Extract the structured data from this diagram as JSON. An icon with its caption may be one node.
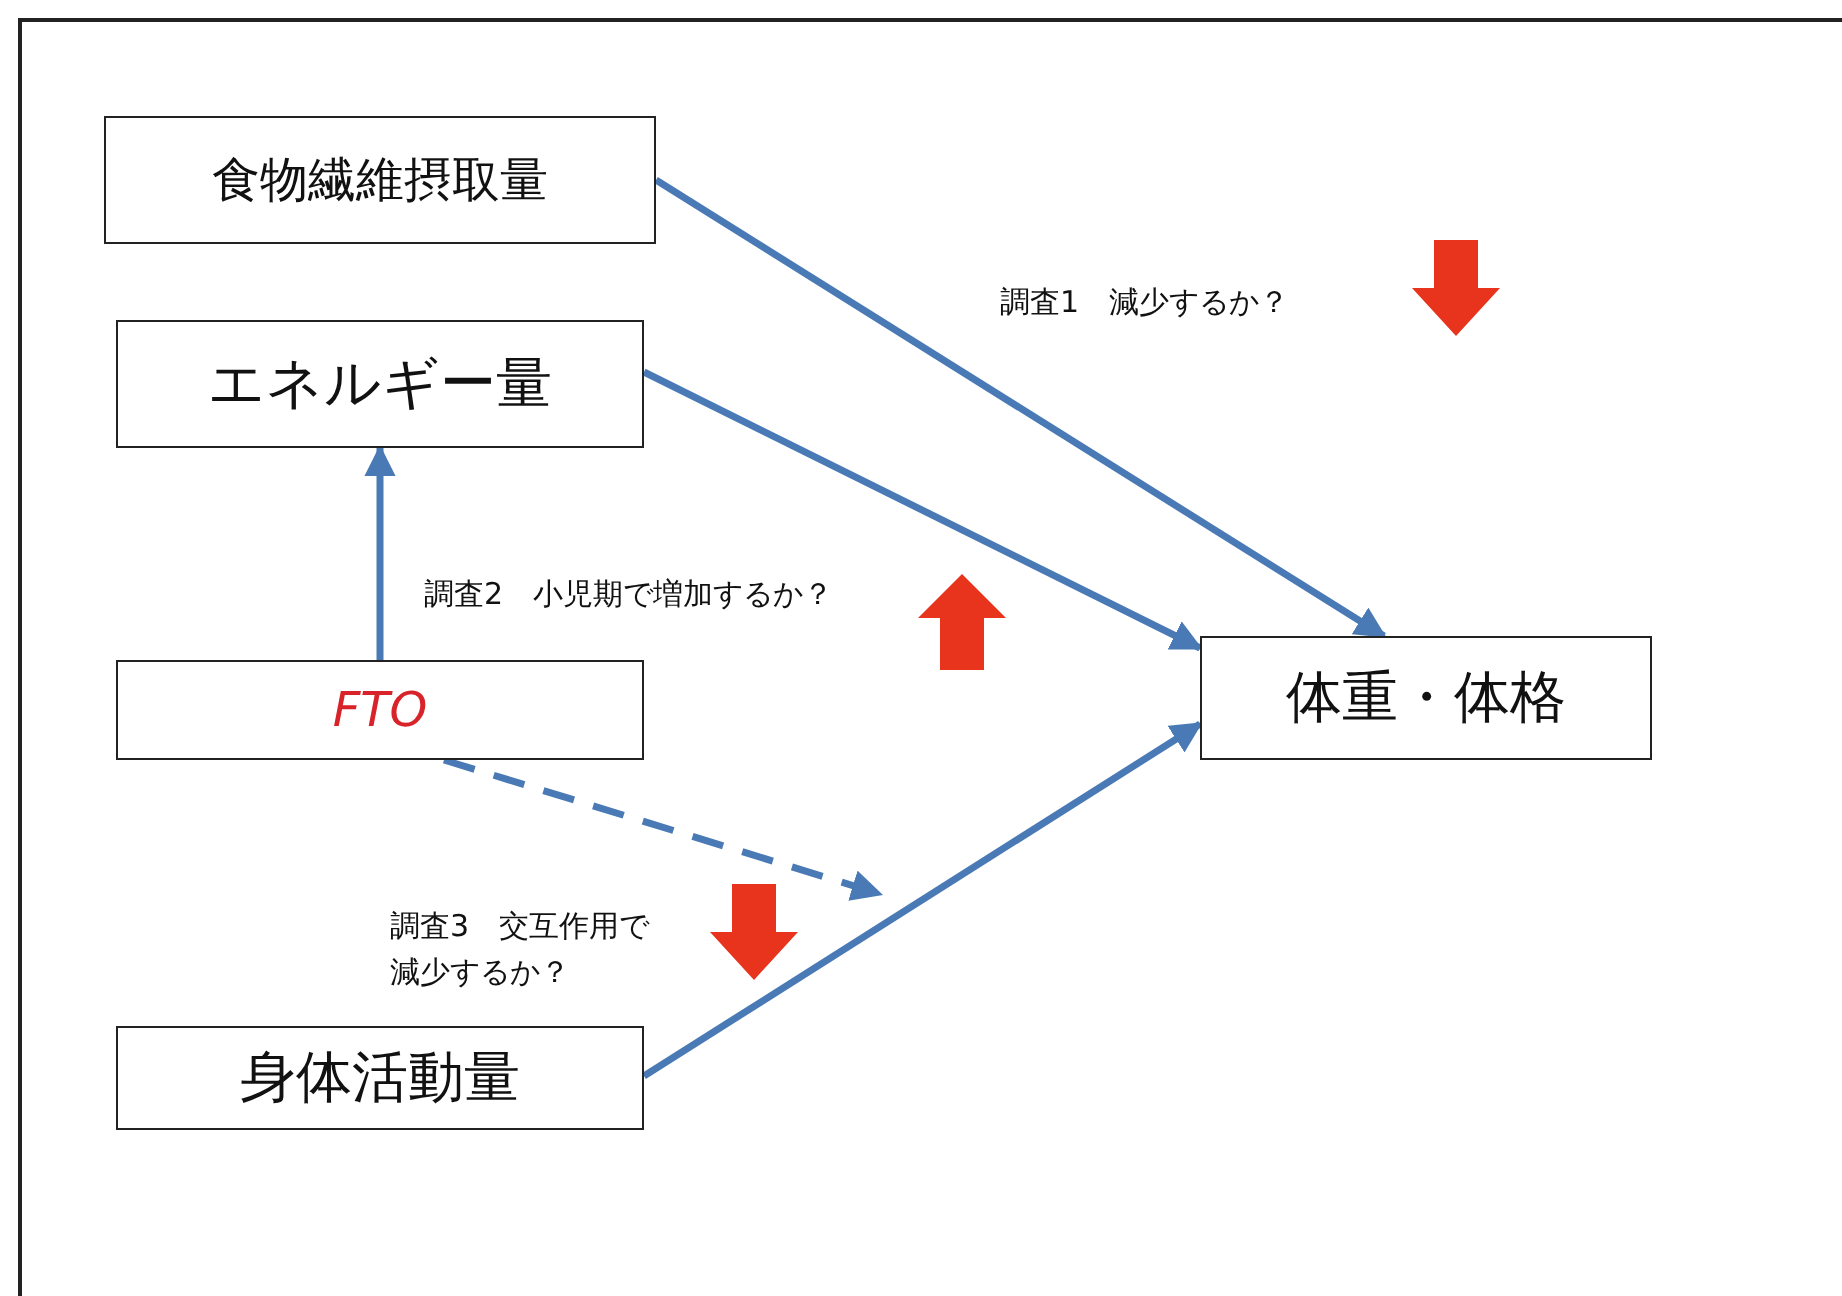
{
  "diagram": {
    "nodes": [
      {
        "text": [
          "食物繊維摂取量"
        ]
      },
      {
        "text": [
          "エネルギー量"
        ]
      },
      {
        "text": [
          "FTO"
        ]
      },
      {
        "text": [
          "身体活動量"
        ]
      },
      {
        "text": [
          "体重・体格"
        ]
      }
    ],
    "edges": [
      {
        "from": 0,
        "to": 4,
        "arrow": "to"
      },
      {
        "from": 1,
        "to": 4,
        "arrow": "to"
      },
      {
        "from": 2,
        "to": 1,
        "arrow": "to"
      },
      {
        "from": 2,
        "to": null,
        "arrow": "to",
        "style": "dashed"
      },
      {
        "from": 3,
        "to": 4,
        "arrow": "to"
      }
    ],
    "labels": [
      "調査1　減少するか？",
      "調査2　小児期で増加するか？",
      "調査3　交互作用で減少するか？"
    ]
  }
}
